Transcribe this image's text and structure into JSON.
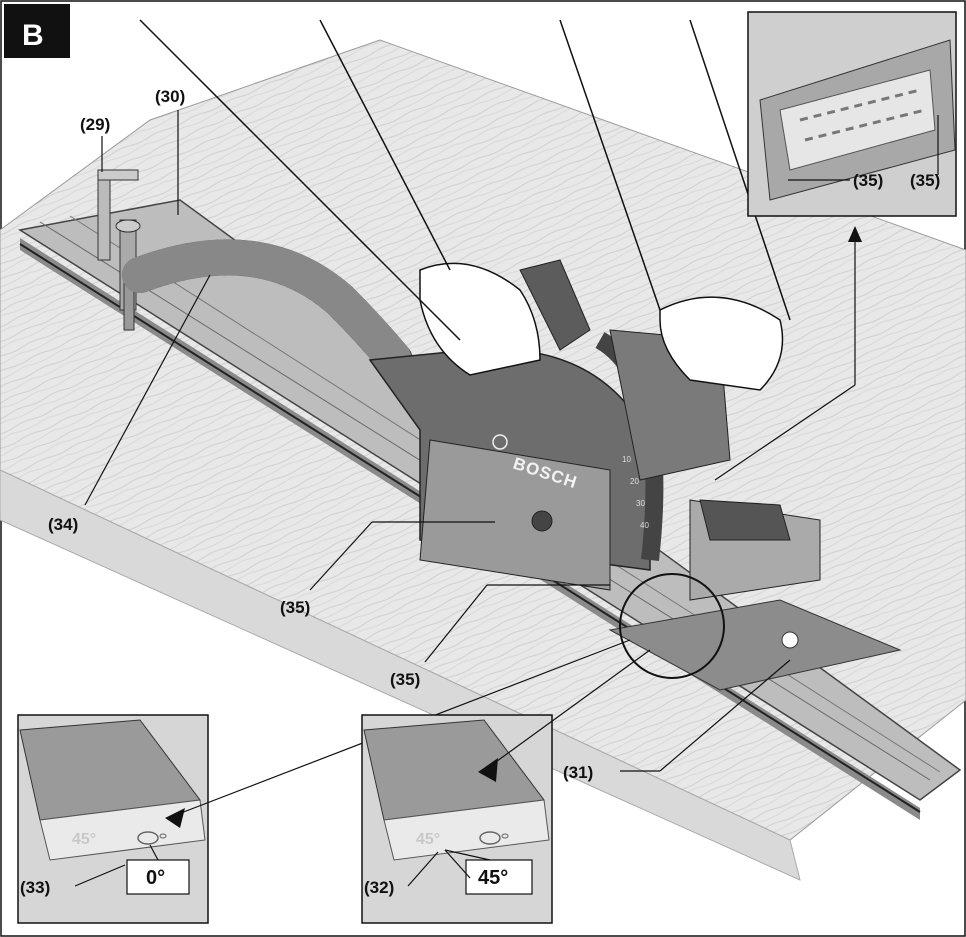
{
  "figure_label": "B",
  "brand": "BOSCH",
  "callouts": {
    "c29": "(29)",
    "c30": "(30)",
    "c31": "(31)",
    "c32": "(32)",
    "c33": "(33)",
    "c34": "(34)",
    "c35": "(35)"
  },
  "inset_bottom_left": {
    "angle": "0°",
    "mark": "45°"
  },
  "inset_bottom_mid": {
    "angle": "45°",
    "mark": "45°"
  },
  "scale_marks": [
    "10",
    "20",
    "30",
    "40"
  ]
}
